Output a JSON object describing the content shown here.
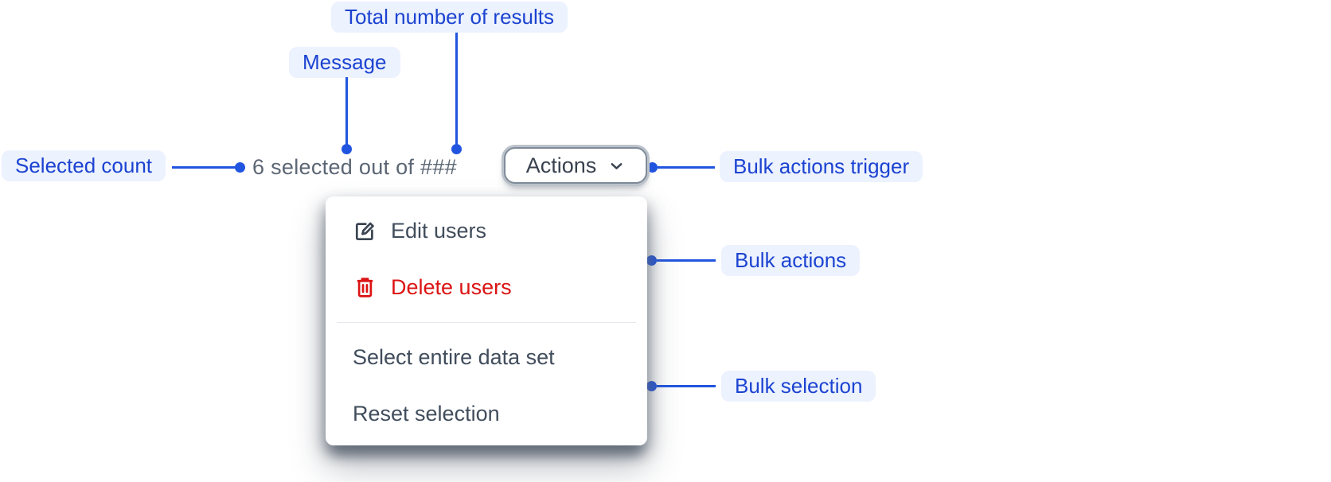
{
  "colors": {
    "annotation_text": "#1c43d1",
    "annotation_background": "#ecf2fe",
    "connector_accent": "#2155e0",
    "danger_red": "#dc1414",
    "menu_text": "#414d5c",
    "message_text": "#5c6674"
  },
  "annotations": {
    "total_results": "Total number of results",
    "message": "Message",
    "selected_count": "Selected count",
    "bulk_actions_trigger": "Bulk actions trigger",
    "bulk_actions": "Bulk actions",
    "bulk_selection": "Bulk selection"
  },
  "selection_bar": {
    "message": "6 selected out of ###",
    "actions_button": "Actions"
  },
  "bulk_actions_menu": {
    "items": [
      {
        "label": "Edit users",
        "icon": "edit-icon",
        "style": "default"
      },
      {
        "label": "Delete users",
        "icon": "trash-icon",
        "style": "danger"
      },
      {
        "label": "Select entire data set",
        "icon": "",
        "style": "default"
      },
      {
        "label": "Reset selection",
        "icon": "",
        "style": "default"
      }
    ]
  }
}
